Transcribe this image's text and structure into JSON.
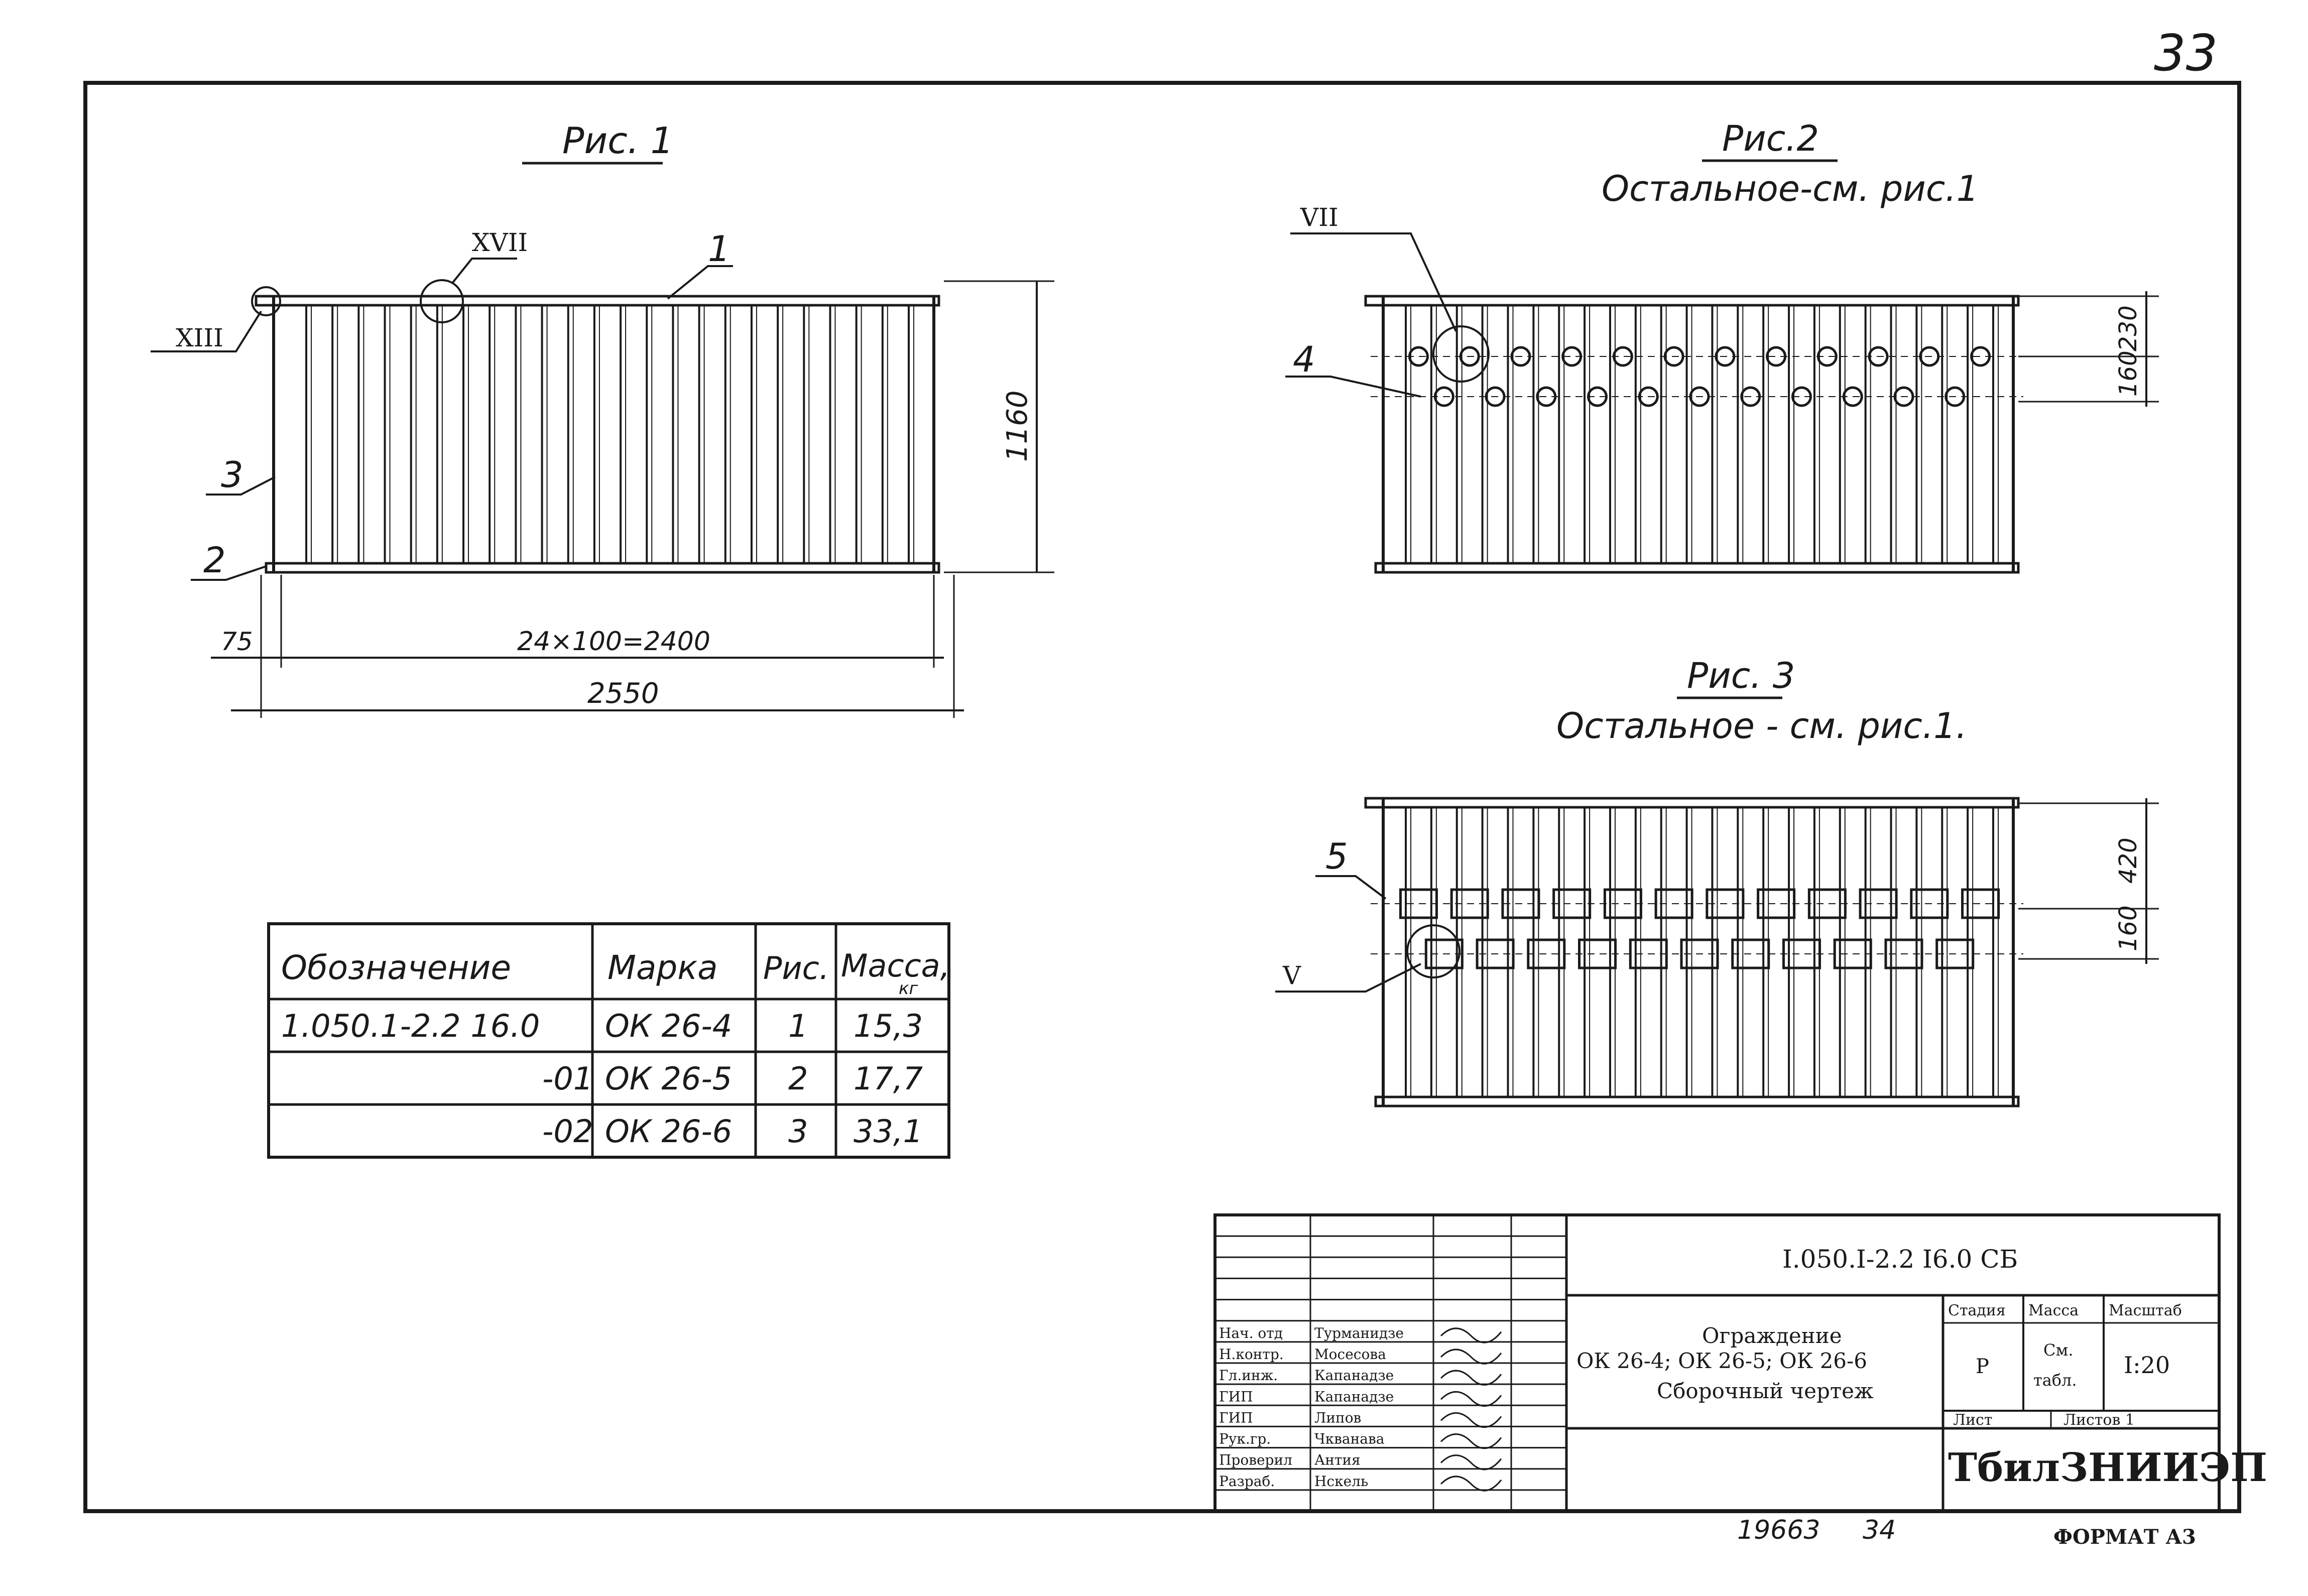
{
  "sheet_number": "33",
  "figures": {
    "fig1": {
      "title": "Рис. 1",
      "labels": {
        "pos1": "1",
        "pos2": "2",
        "pos3": "3",
        "node_xiii": "XIII",
        "node_xvii": "XVII"
      },
      "dims": {
        "height": "1160",
        "offset": "75",
        "span": "24×100=2400",
        "total": "2550"
      }
    },
    "fig2": {
      "title": "Рис.2",
      "subtitle": "Остальное-см. рис.1",
      "labels": {
        "pos4": "4",
        "node_vii": "VII"
      },
      "dims": {
        "top": "230",
        "bottom": "160"
      }
    },
    "fig3": {
      "title": "Рис. 3",
      "subtitle": "Остальное - см. рис.1.",
      "labels": {
        "pos5": "5",
        "node_v": "V"
      },
      "dims": {
        "top": "420",
        "bottom": "160"
      }
    }
  },
  "spec_table": {
    "headers": [
      "Обозначение",
      "Марка",
      "Рис.",
      "Масса,"
    ],
    "mass_unit": "кг",
    "rows": [
      [
        "1.050.1-2.2 16.0",
        "ОК 26-4",
        "1",
        "15,3"
      ],
      [
        "-01",
        "ОК 26-5",
        "2",
        "17,7"
      ],
      [
        "-02",
        "ОК 26-6",
        "3",
        "33,1"
      ]
    ]
  },
  "title_block": {
    "doc_code": "I.050.I-2.2 I6.0 СБ",
    "name_lines": [
      "Ограждение",
      "ОК 26-4; ОК 26-5; ОК 26-6",
      "Сборочный чертеж"
    ],
    "stage_header": "Стадия",
    "mass_header": "Масса",
    "scale_header": "Масштаб",
    "stage": "Р",
    "mass_line1": "См.",
    "mass_line2": "табл.",
    "scale": "I:20",
    "sheet_label": "Лист",
    "sheets_label": "Листов 1",
    "org": "ТбилЗНИИЭП",
    "signatures": [
      {
        "role": "Нач. отд",
        "name": "Турманидзе"
      },
      {
        "role": "Н.контр.",
        "name": "Мосесова"
      },
      {
        "role": "Гл.инж.",
        "name": "Капанадзе"
      },
      {
        "role": "ГИП",
        "name": "Капанадзе"
      },
      {
        "role": "ГИП",
        "name": "Липов"
      },
      {
        "role": "Рук.гр.",
        "name": "Чкванава"
      },
      {
        "role": "Проверил",
        "name": "Антия"
      },
      {
        "role": "Разраб.",
        "name": "Нскель"
      }
    ]
  },
  "footer": {
    "inv": "19663",
    "page": "34",
    "format": "ФОРМАТ А3"
  }
}
